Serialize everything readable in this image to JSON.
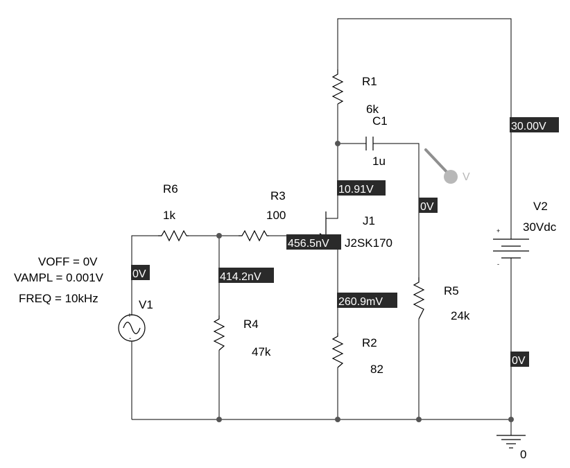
{
  "components": {
    "R1": {
      "ref": "R1",
      "value": "6k"
    },
    "C1": {
      "ref": "C1",
      "value": "1u"
    },
    "R6": {
      "ref": "R6",
      "value": "1k"
    },
    "R3": {
      "ref": "R3",
      "value": "100"
    },
    "J1": {
      "ref": "J1",
      "value": "J2SK170"
    },
    "R4": {
      "ref": "R4",
      "value": "47k"
    },
    "R2": {
      "ref": "R2",
      "value": "82"
    },
    "R5": {
      "ref": "R5",
      "value": "24k"
    },
    "V2": {
      "ref": "V2",
      "value": "30Vdc"
    },
    "V1": {
      "ref": "V1",
      "voff": "VOFF = 0V",
      "vampl": "VAMPL = 0.001V",
      "freq": "FREQ = 10kHz"
    }
  },
  "voltages": {
    "supply": "30.00V",
    "drain": "10.91V",
    "c1_out": "0V",
    "gate": "456.5nV",
    "v1_node": "0V",
    "r4_node": "414.2nV",
    "source": "260.9mV",
    "v2_neg": "0V"
  },
  "probe": {
    "label": "V"
  },
  "ground": {
    "label": "0"
  }
}
